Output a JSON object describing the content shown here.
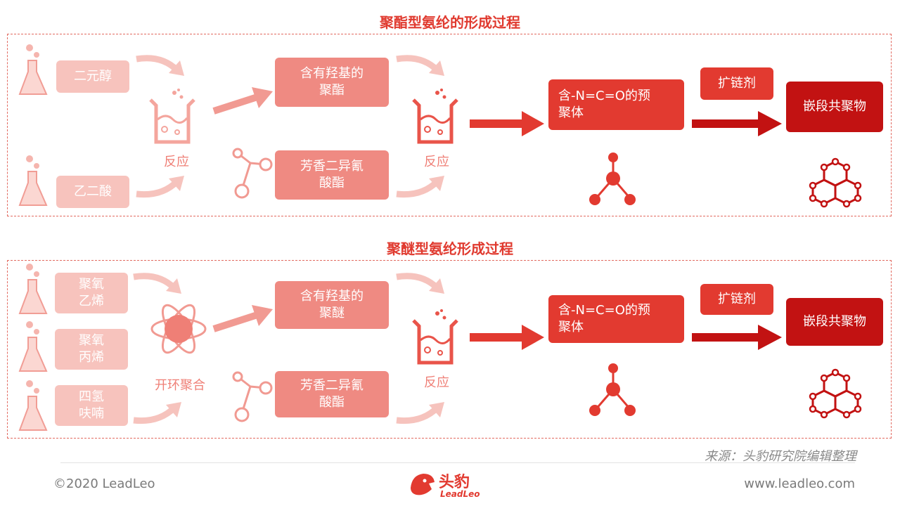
{
  "top": {
    "title": "聚酯型氨纶的形成过程",
    "inputs": [
      "二元醇",
      "乙二酸"
    ],
    "reaction1_label": "反应",
    "intermediate1": "含有羟基的\n聚酯",
    "intermediate2": "芳香二异氰\n酸酯",
    "reaction2_label": "反应",
    "prepolymer": "含-N=C=O的预\n聚体",
    "chain_extender": "扩链剂",
    "product": "嵌段共聚物"
  },
  "bottom": {
    "title": "聚醚型氨纶形成过程",
    "inputs": [
      "聚氧\n乙烯",
      "聚氧\n丙烯",
      "四氢\n呋喃"
    ],
    "reaction1_label": "开环聚合",
    "intermediate1": "含有羟基的\n聚醚",
    "intermediate2": "芳香二异氰\n酸酯",
    "reaction2_label": "反应",
    "prepolymer": "含-N=C=O的预\n聚体",
    "chain_extender": "扩链剂",
    "product": "嵌段共聚物"
  },
  "footer": {
    "source": "来源：头豹研究院编辑整理",
    "copyright": "©2020 LeadLeo",
    "logo_text": "头豹",
    "logo_sub": "LeadLeo",
    "website": "www.leadleo.com"
  },
  "colors": {
    "title": "#e03a2f",
    "light": "#f7c3bd",
    "mid": "#ef8a82",
    "strong": "#e23a30",
    "dark": "#c21212"
  }
}
